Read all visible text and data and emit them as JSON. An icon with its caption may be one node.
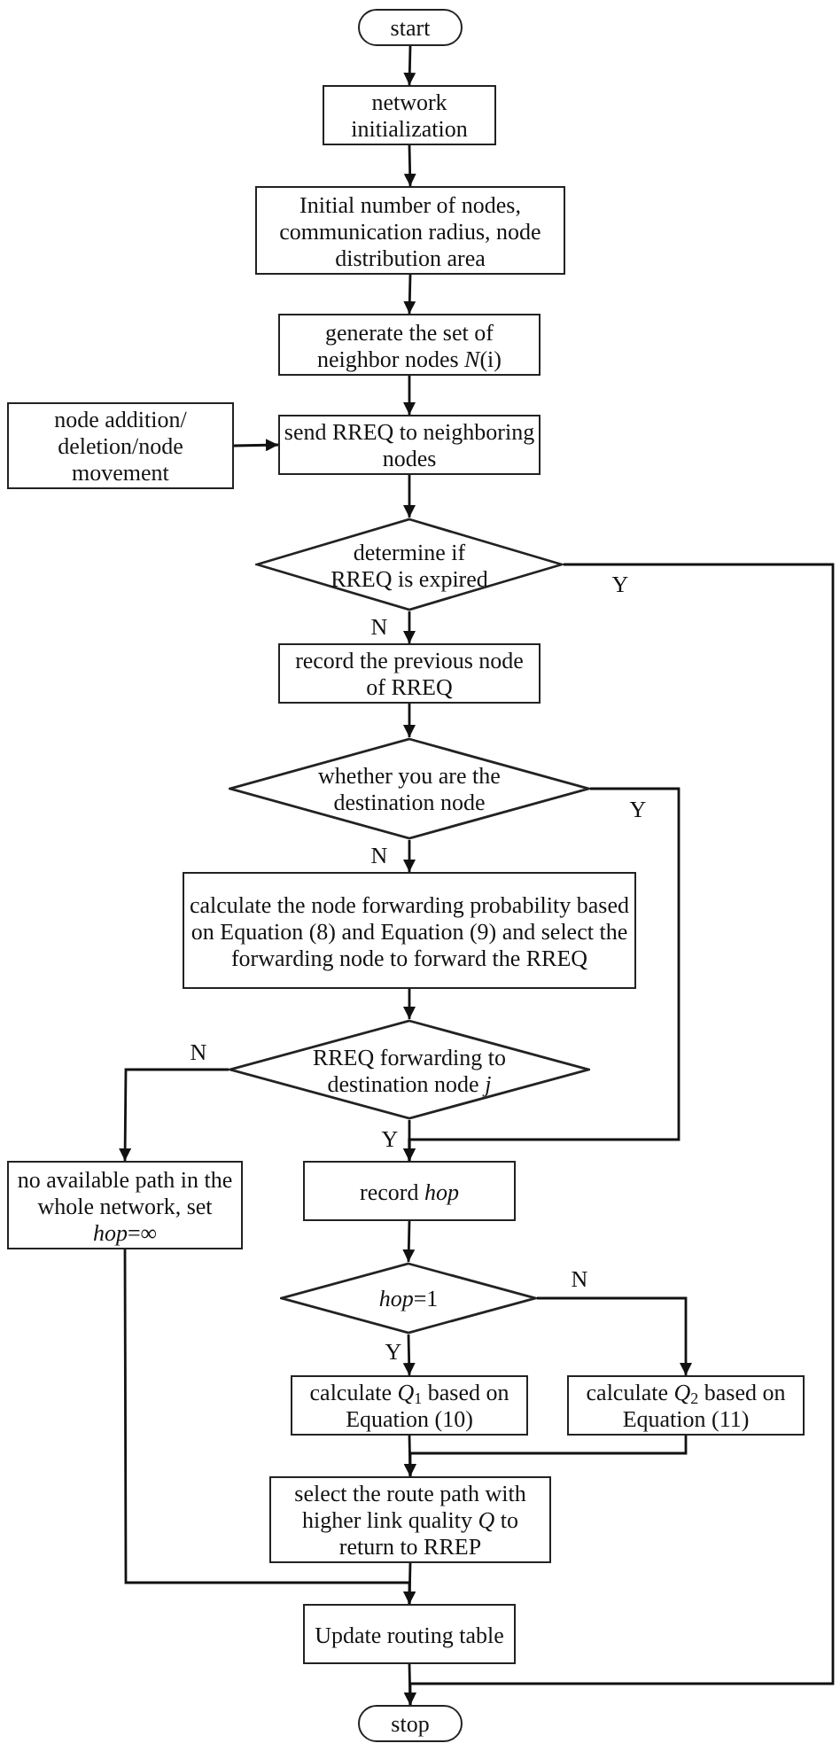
{
  "diagram": {
    "nodes": [
      {
        "text": [
          "start"
        ]
      },
      {
        "text": [
          "network initialization"
        ]
      },
      {
        "text": [
          "Initial number of nodes, communication radius, node distribution area"
        ]
      },
      {
        "text": [
          "generate the set of neighbor nodes *N*(i)"
        ]
      },
      {
        "text": [
          "node addition/ deletion/node movement"
        ]
      },
      {
        "text": [
          "send RREQ to neighboring nodes"
        ]
      },
      {
        "text": [
          "determine if RREQ is expired"
        ]
      },
      {
        "text": [
          "record the previous node of RREQ"
        ]
      },
      {
        "text": [
          "whether you are the destination node"
        ]
      },
      {
        "text": [
          "calculate the node forwarding probability based on Equation (8) and Equation (9) and select the forwarding node to forward the RREQ"
        ]
      },
      {
        "text": [
          "RREQ forwarding to destination node *j*"
        ]
      },
      {
        "text": [
          "no available path in the whole network, set *hop*=∞"
        ]
      },
      {
        "text": [
          "record *hop*"
        ]
      },
      {
        "text": [
          "*hop*=1"
        ]
      },
      {
        "text": [
          "calculate *Q*$_{1}$ based on Equation (10)"
        ]
      },
      {
        "text": [
          "calculate *Q*$_{2}$ based on Equation (11)"
        ]
      },
      {
        "text": [
          "select the route path with higher link quality *Q* to return to RREP"
        ]
      },
      {
        "text": [
          "Update routing table"
        ]
      },
      {
        "text": [
          "stop"
        ]
      }
    ],
    "edges": [
      {
        "from": 0,
        "to": 1,
        "arrow": "to"
      },
      {
        "from": 1,
        "to": 2,
        "arrow": "to"
      },
      {
        "from": 2,
        "to": 3,
        "arrow": "to"
      },
      {
        "from": 3,
        "to": 5,
        "arrow": "to"
      },
      {
        "from": 4,
        "to": 5,
        "arrow": "to"
      },
      {
        "from": 5,
        "to": 6,
        "arrow": "to"
      },
      {
        "from": 6,
        "to": 18,
        "arrow": "to",
        "label": "Y"
      },
      {
        "from": 6,
        "to": 7,
        "arrow": "to",
        "label": "N"
      },
      {
        "from": 7,
        "to": 8,
        "arrow": "to"
      },
      {
        "from": 8,
        "to": 12,
        "arrow": "to",
        "label": "Y"
      },
      {
        "from": 8,
        "to": 9,
        "arrow": "to",
        "label": "N"
      },
      {
        "from": 9,
        "to": 10,
        "arrow": "to"
      },
      {
        "from": 10,
        "to": 12,
        "arrow": "to",
        "label": "Y"
      },
      {
        "from": 10,
        "to": 11,
        "arrow": "to",
        "label": "N"
      },
      {
        "from": 12,
        "to": 13,
        "arrow": "to"
      },
      {
        "from": 13,
        "to": 14,
        "arrow": "to",
        "label": "Y"
      },
      {
        "from": 13,
        "to": 15,
        "arrow": "to",
        "label": "N"
      },
      {
        "from": 14,
        "to": 16,
        "arrow": "to"
      },
      {
        "from": 15,
        "to": 16,
        "arrow": "to"
      },
      {
        "from": 16,
        "to": 17,
        "arrow": "to"
      },
      {
        "from": 11,
        "to": 17,
        "arrow": "to"
      },
      {
        "from": 17,
        "to": 18,
        "arrow": "to"
      }
    ]
  }
}
